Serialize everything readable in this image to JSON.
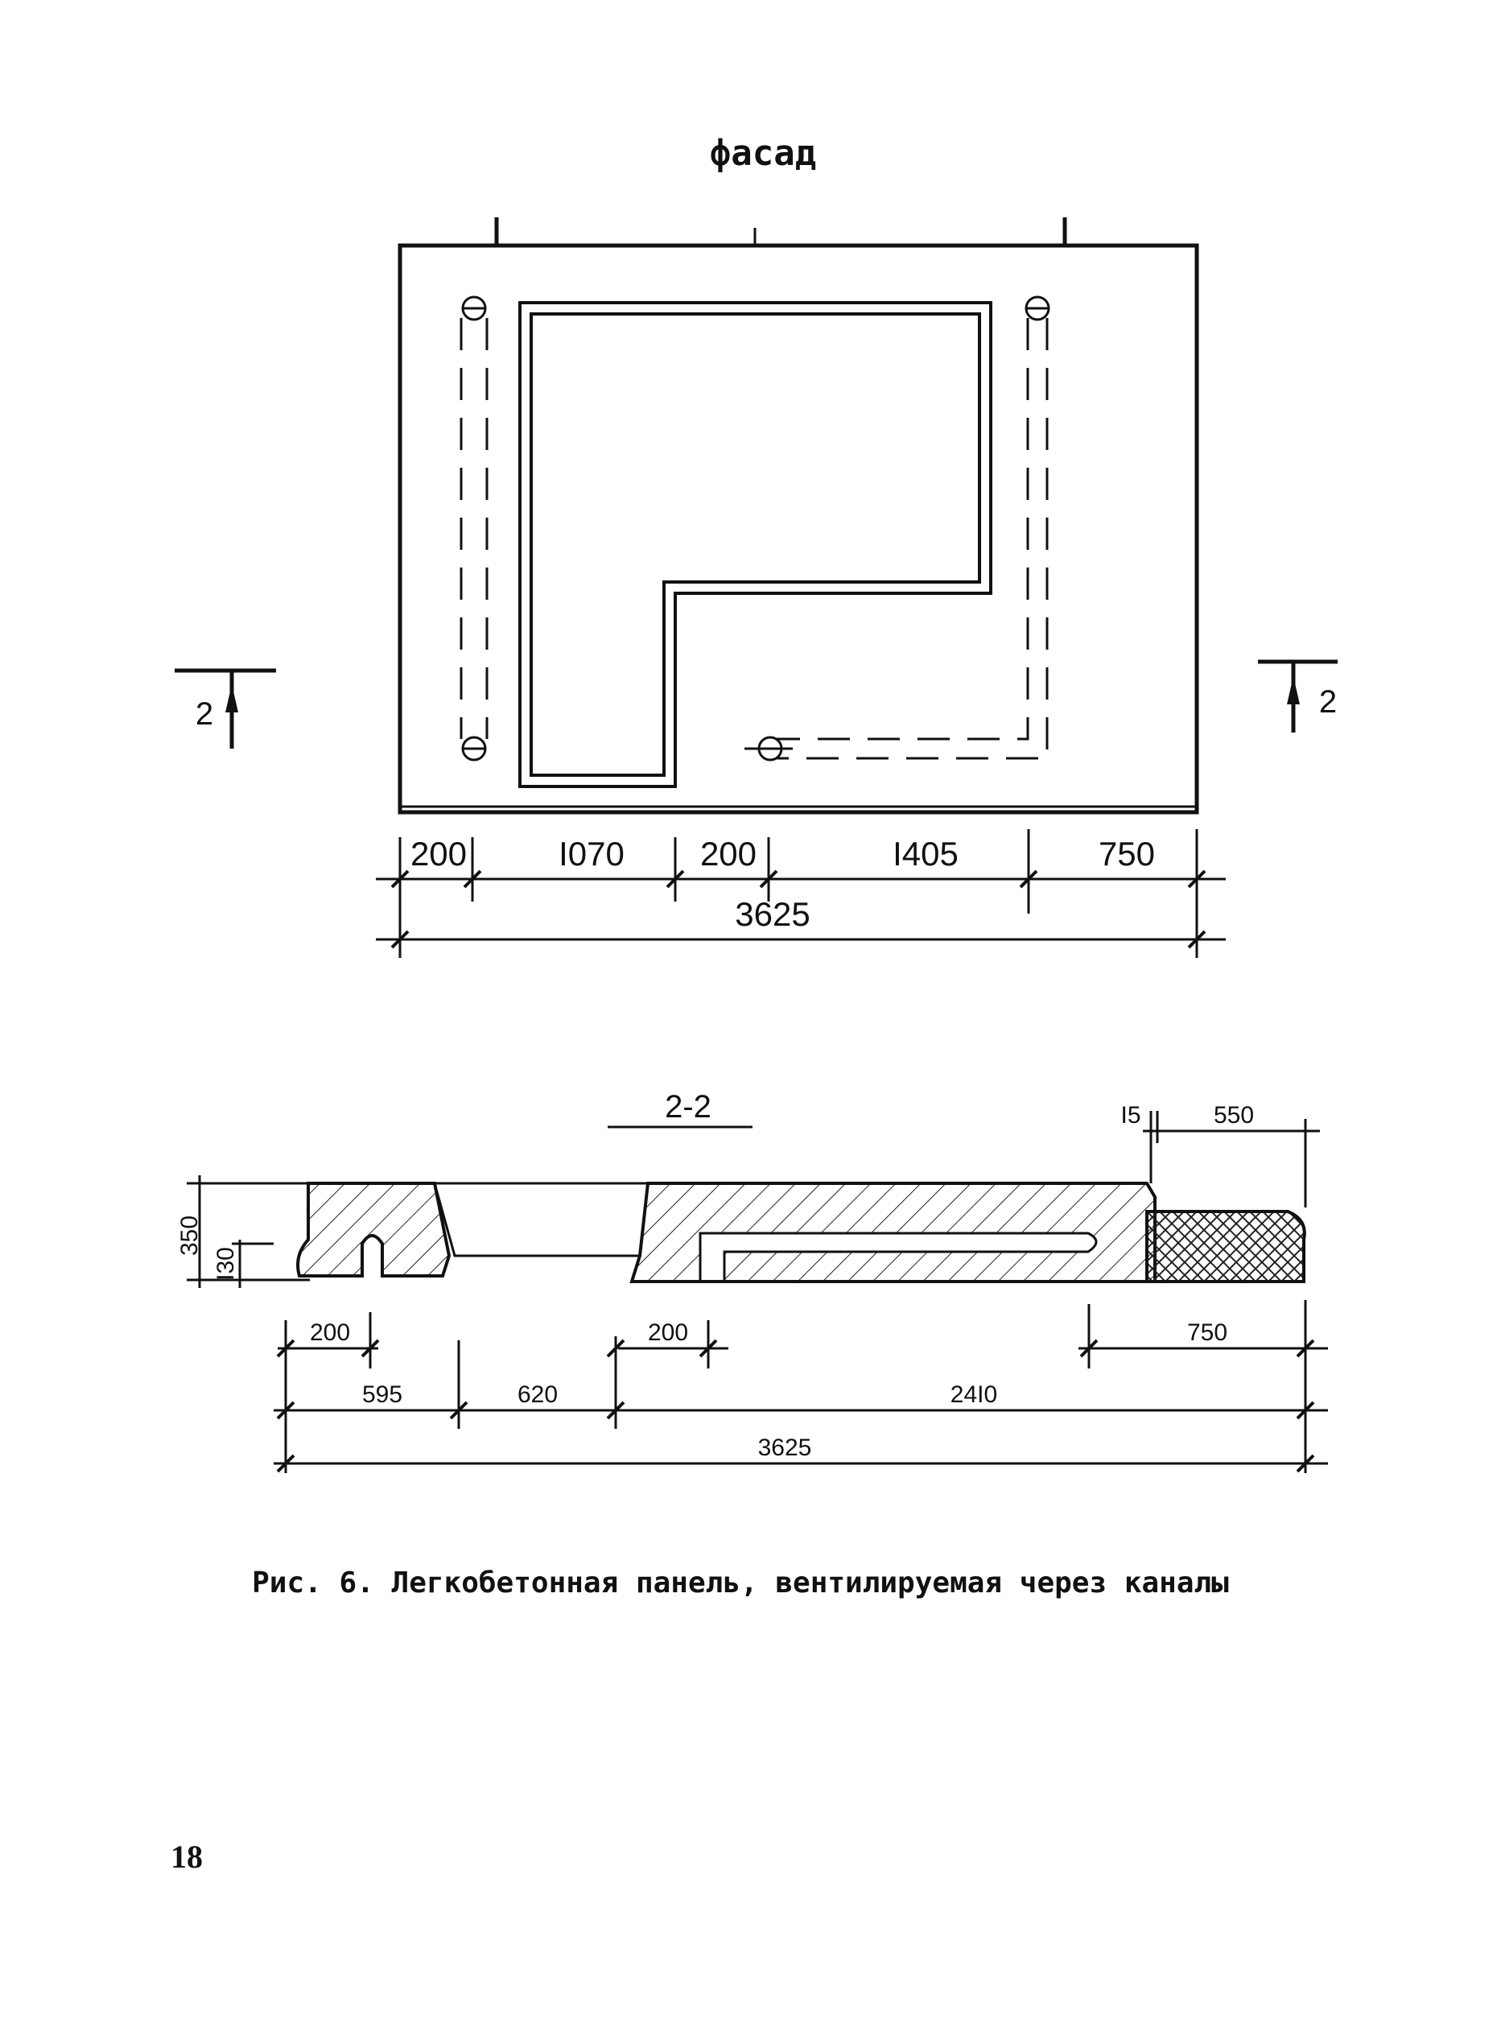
{
  "facade": {
    "title": "фасад",
    "section_mark": "2",
    "dims": [
      "200",
      "I070",
      "200",
      "I405",
      "750"
    ],
    "total": "3625"
  },
  "section": {
    "title": "2-2",
    "top_dims": [
      "I5",
      "550"
    ],
    "left_dims": [
      "350",
      "I30"
    ],
    "row1": [
      "200",
      "200",
      "750"
    ],
    "row2": [
      "595",
      "620",
      "24I0"
    ],
    "total": "3625"
  },
  "caption": "Рис. 6. Легкобетонная панель, вентилируемая через каналы",
  "page_number": "18"
}
